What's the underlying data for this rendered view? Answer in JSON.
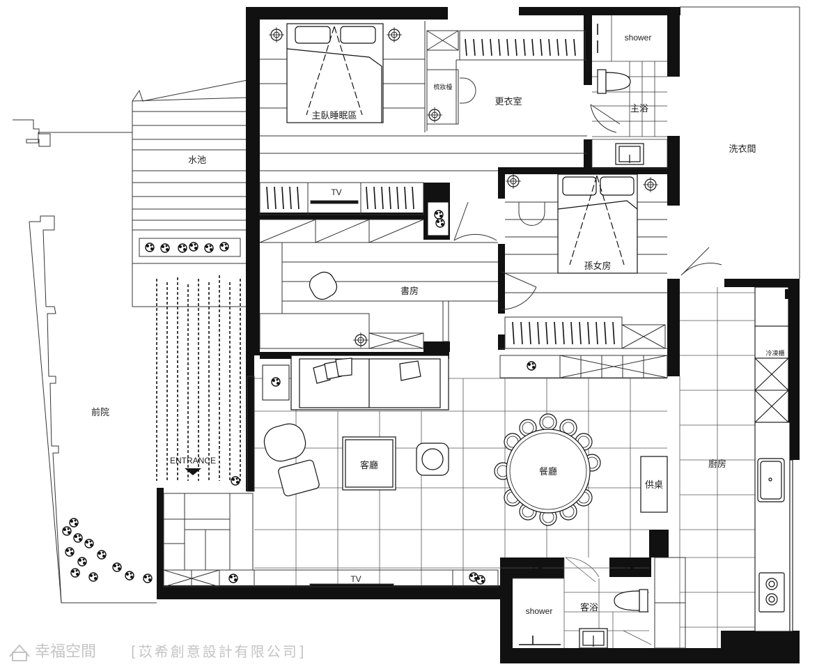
{
  "rooms": {
    "master_bedroom": "主臥睡眠區",
    "closet": "更衣室",
    "master_bath": "主浴",
    "master_shower": "shower",
    "laundry": "洗衣間",
    "pond": "水池",
    "study": "書房",
    "granddaughter_room": "孫女房",
    "front_yard": "前院",
    "entrance": "ENTRANCE",
    "living_room": "客廳",
    "dining_room": "餐廳",
    "altar_table": "供桌",
    "kitchen": "廚房",
    "guest_shower": "shower",
    "guest_bath": "客浴",
    "tv_study": "TV",
    "tv_living": "TV",
    "makeup_desk": "梳妝檯",
    "fridge": "冷凍櫃"
  },
  "watermark": {
    "brand": "幸福空間",
    "company": "[苡希創意設計有限公司]"
  },
  "icons": [
    "house-logo-icon",
    "entrance-arrow-icon",
    "plant-icon",
    "lamp-icon",
    "bed-icon",
    "sofa-icon",
    "toilet-icon",
    "sink-icon",
    "stove-icon",
    "door-swing-icon"
  ]
}
